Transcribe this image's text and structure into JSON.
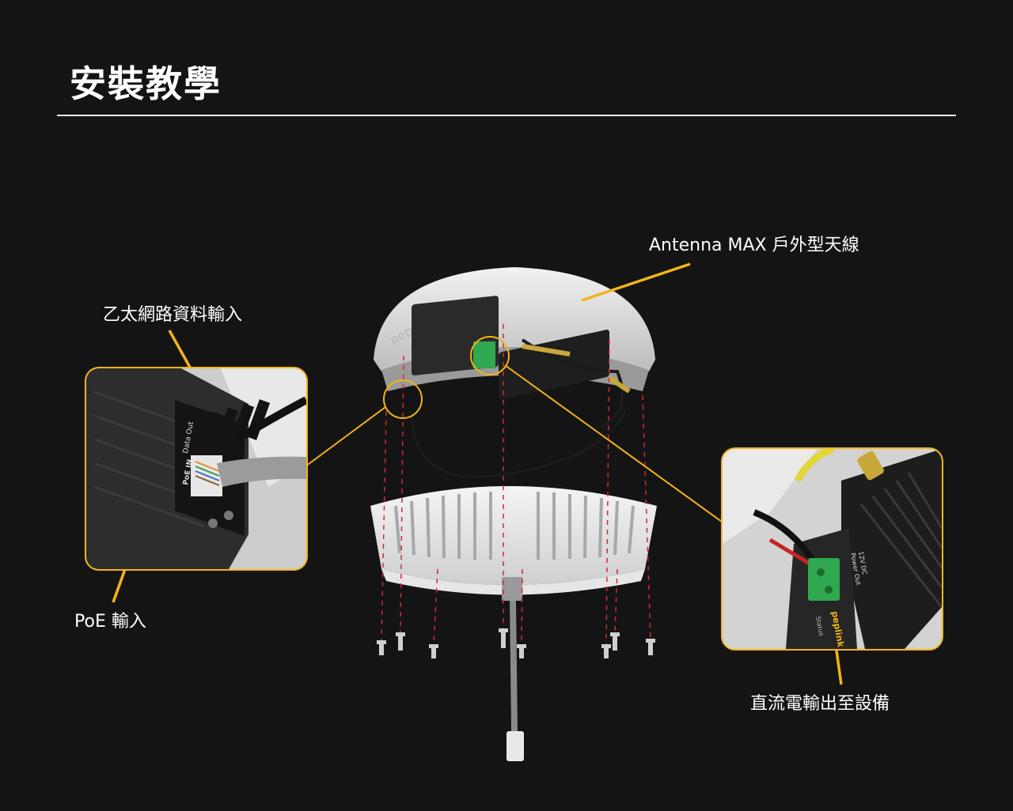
{
  "header": {
    "title": "安裝教學"
  },
  "labels": {
    "antenna": "Antenna MAX 戶外型天線",
    "ethernet": "乙太網路資料輸入",
    "poe": "PoE 輸入",
    "dc_out": "直流電輸出至設備"
  },
  "device_prints": {
    "brand": "peplink",
    "data_out": "Data Out",
    "poe_in": "PoE IN",
    "power_out": "Power Out",
    "voltage": "12V DC",
    "status": "Status"
  },
  "colors": {
    "background": "#141414",
    "accent": "#f3b419",
    "guide_line": "#d42a2a",
    "housing": "#e2e2e2",
    "rule": "#e8e8e8"
  },
  "icons": [
    "screw-icon",
    "rj45-connector-icon",
    "terminal-block-icon"
  ]
}
